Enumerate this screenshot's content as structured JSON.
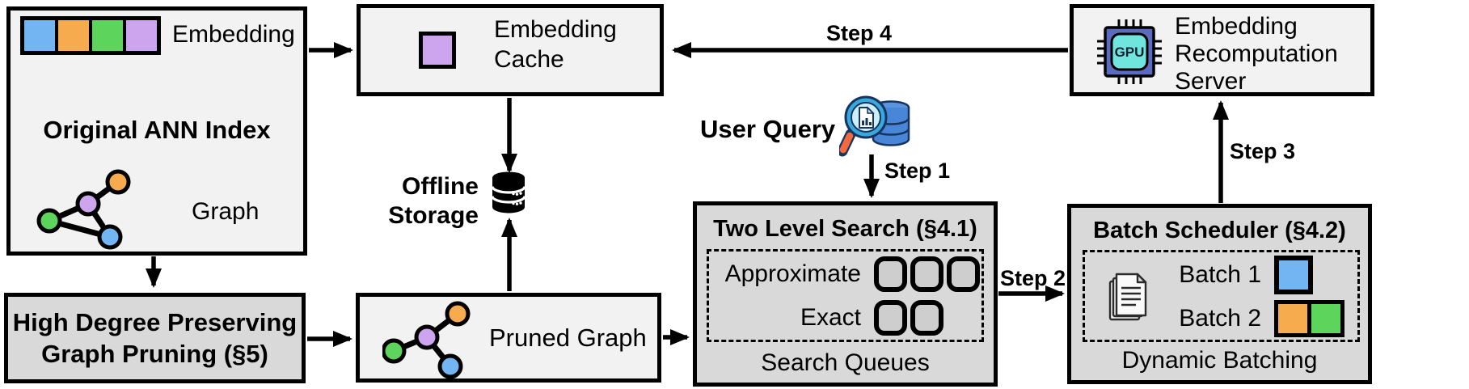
{
  "diagram": {
    "original_ann_index": {
      "title": "Original ANN Index",
      "embedding_label": "Embedding",
      "graph_label": "Graph"
    },
    "embedding_cache": {
      "title": "Embedding Cache"
    },
    "offline_storage": {
      "line1": "Offline",
      "line2": "Storage"
    },
    "user_query": {
      "label": "User Query"
    },
    "two_level_search": {
      "title": "Two Level Search (§4.1)",
      "approximate_label": "Approximate",
      "exact_label": "Exact",
      "approximate_queue_slots": 3,
      "exact_queue_slots": 2,
      "footer": "Search Queues"
    },
    "batch_scheduler": {
      "title": "Batch Scheduler (§4.2)",
      "batch1_label": "Batch 1",
      "batch2_label": "Batch 2",
      "footer": "Dynamic Batching"
    },
    "recomputation_server": {
      "title": "Embedding Recomputation Server",
      "gpu_label": "GPU"
    },
    "high_degree_pruning": {
      "line1": "High Degree Preserving",
      "line2": "Graph Pruning (§5)"
    },
    "pruned_graph": {
      "label": "Pruned Graph"
    },
    "steps": {
      "step1": "Step 1",
      "step2": "Step 2",
      "step3": "Step 3",
      "step4": "Step 4"
    }
  },
  "colors": {
    "node_blue": "#72b5f2",
    "node_orange": "#f6ab4e",
    "node_green": "#5dd55d",
    "node_purple": "#cda5ee",
    "box_light": "#f2f2f2",
    "box_gray": "#d9d9d9",
    "outline": "#000000"
  },
  "icons": {
    "database-icon": "black stacked cylinder",
    "user-query-icon": "magnifier with document over blue database",
    "gpu-icon": "gpu chip with pins",
    "documents-icon": "stacked pages",
    "graph-icon": "colored node-link graph"
  }
}
